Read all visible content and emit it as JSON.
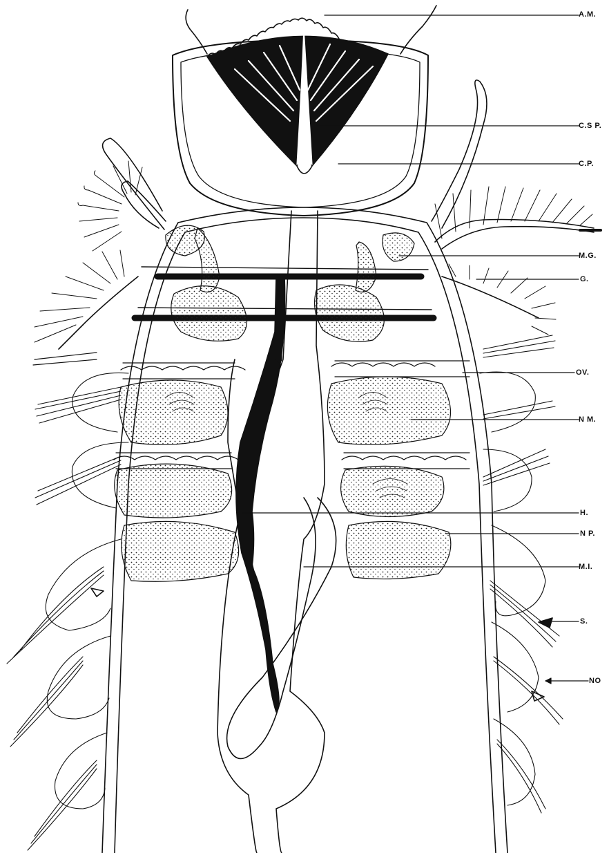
{
  "labels": {
    "am": "A.M.",
    "csp": "C.S P.",
    "cp": "C.P.",
    "mg": "M.G.",
    "g": "G.",
    "ov": "OV.",
    "nm": "N M.",
    "h": "H.",
    "np": "N P.",
    "mi": "M.I.",
    "s": "S.",
    "no": "NO"
  },
  "colors": {
    "ink": "#111111",
    "paper": "#ffffff",
    "stipple": "#222222"
  }
}
